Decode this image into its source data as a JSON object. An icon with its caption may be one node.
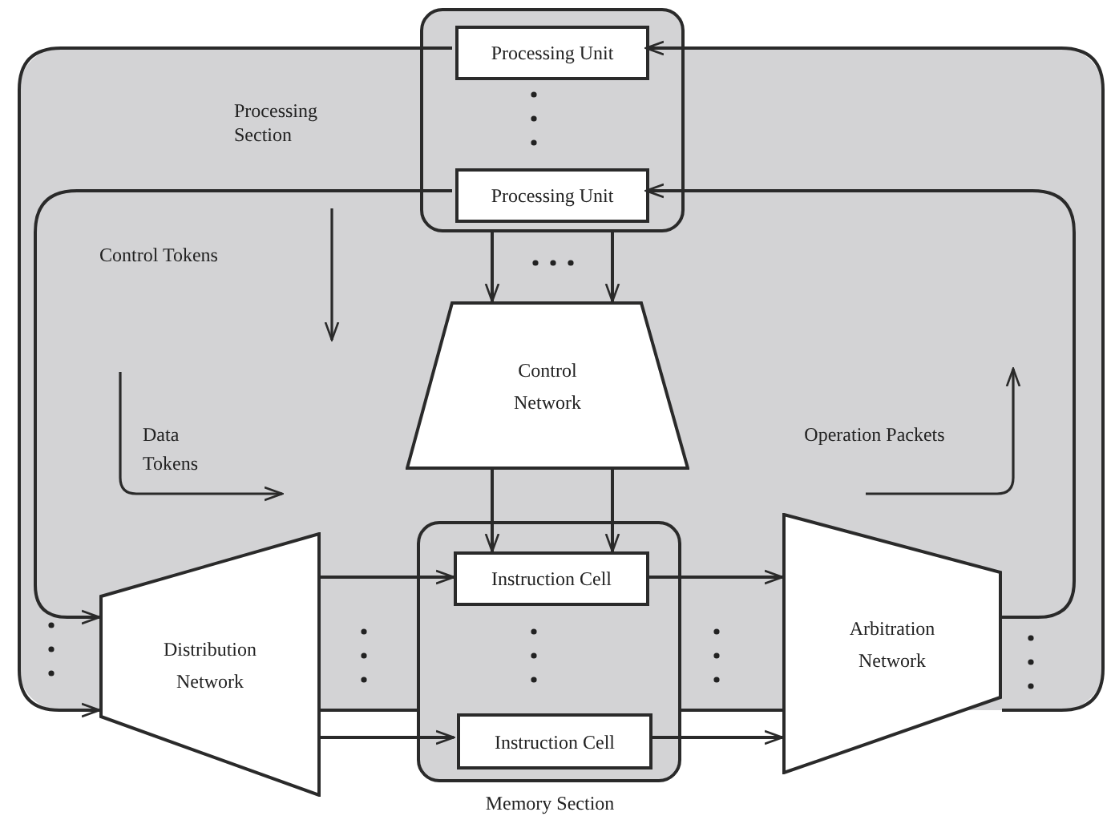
{
  "diagram": {
    "nodes": [
      {
        "text": [
          "Processing Section"
        ]
      },
      {
        "text": [],
        "shape": "box"
      },
      {
        "text": [
          "Processing Unit"
        ],
        "in": 1
      },
      {
        "text": [
          "Processing Unit"
        ],
        "in": 1
      },
      {
        "text": [
          "Control Network"
        ],
        "in": 0
      },
      {
        "text": [
          "Memory Section"
        ]
      },
      {
        "text": [
          "Instruction Cell"
        ]
      },
      {
        "text": [
          "Instruction Cell"
        ],
        "in": 5
      },
      {
        "text": [
          "Distribution Network"
        ]
      },
      {
        "text": [
          "Arbitration Network"
        ]
      }
    ],
    "edges": [
      {
        "from": 9,
        "to": 2,
        "arrow": "to"
      },
      {
        "from": 2,
        "to": 8,
        "arrow": "to"
      },
      {
        "from": 9,
        "to": 3,
        "arrow": "to"
      },
      {
        "from": 3,
        "to": 8,
        "arrow": "to"
      },
      {
        "from": 1,
        "to": 4,
        "arrow": "to"
      },
      {
        "from": 1,
        "to": 4,
        "arrow": "to"
      },
      {
        "from": 4,
        "to": 6,
        "arrow": "to"
      },
      {
        "from": 4,
        "to": 6,
        "arrow": "to"
      },
      {
        "from": 8,
        "to": 6,
        "arrow": "to"
      },
      {
        "from": 8,
        "to": 7,
        "arrow": "to"
      },
      {
        "from": 6,
        "to": 9,
        "arrow": "to"
      },
      {
        "from": 7,
        "to": 9,
        "arrow": "to"
      }
    ],
    "labels": [
      "Control Tokens",
      "Data Tokens",
      "Operation Packets"
    ]
  }
}
